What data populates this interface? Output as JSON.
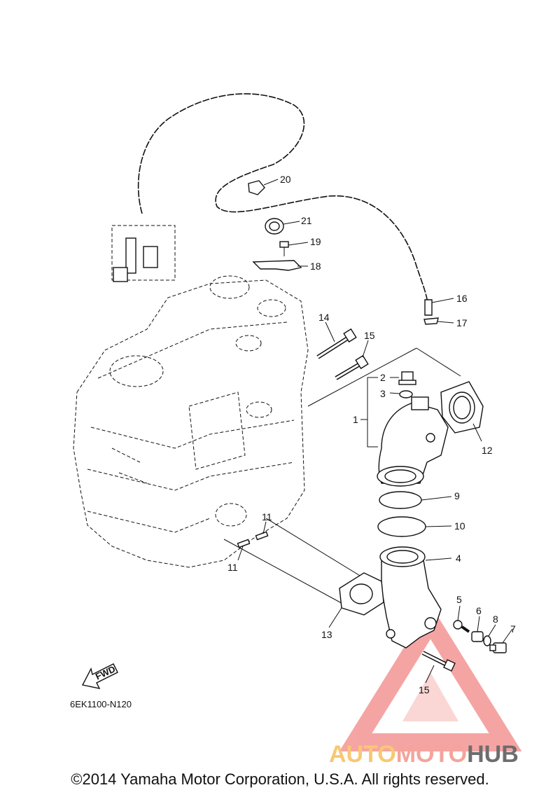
{
  "diagram": {
    "part_labels": [
      "1",
      "2",
      "3",
      "4",
      "5",
      "6",
      "7",
      "8",
      "9",
      "10",
      "11",
      "11",
      "12",
      "13",
      "14",
      "15",
      "15",
      "16",
      "17",
      "18",
      "19",
      "20",
      "21"
    ],
    "reference_code": "6EK1100-N120",
    "fwd_label": "FWD"
  },
  "watermark": {
    "part1": "AUTO",
    "part2": "MOTO",
    "part3": "HUB",
    "colors": {
      "auto": "#f7c873",
      "moto": "#f4a49b",
      "hub": "#6d6d6d",
      "triangle": "#ef6f6f"
    }
  },
  "footer": {
    "copyright": "©2014 Yamaha Motor Corporation, U.S.A. All rights reserved."
  }
}
